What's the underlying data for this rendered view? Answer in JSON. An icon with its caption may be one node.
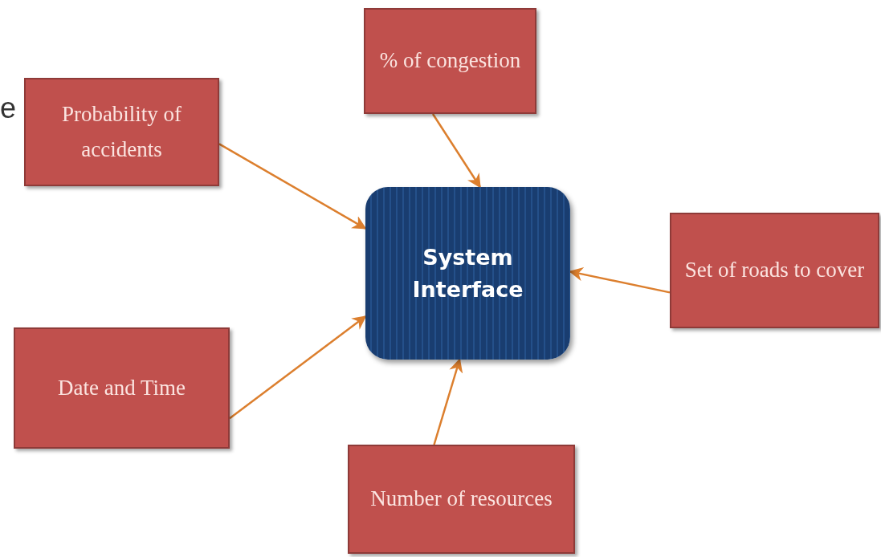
{
  "diagram": {
    "nodes": [
      {
        "text": [
          "% of congestion"
        ]
      },
      {
        "text": [
          "Probability of accidents"
        ]
      },
      {
        "text": [
          "System Interface"
        ]
      },
      {
        "text": [
          "Set of roads to cover"
        ]
      },
      {
        "text": [
          "Date and Time"
        ]
      },
      {
        "text": [
          "Number of resources"
        ]
      }
    ],
    "edges": [
      {
        "from": 0,
        "to": 2,
        "arrow": "to"
      },
      {
        "from": 1,
        "to": 2,
        "arrow": "to"
      },
      {
        "from": 3,
        "to": 2,
        "arrow": "to"
      },
      {
        "from": 4,
        "to": 2,
        "arrow": "to"
      },
      {
        "from": 5,
        "to": 2,
        "arrow": "to"
      }
    ],
    "labels": [
      "e"
    ]
  }
}
